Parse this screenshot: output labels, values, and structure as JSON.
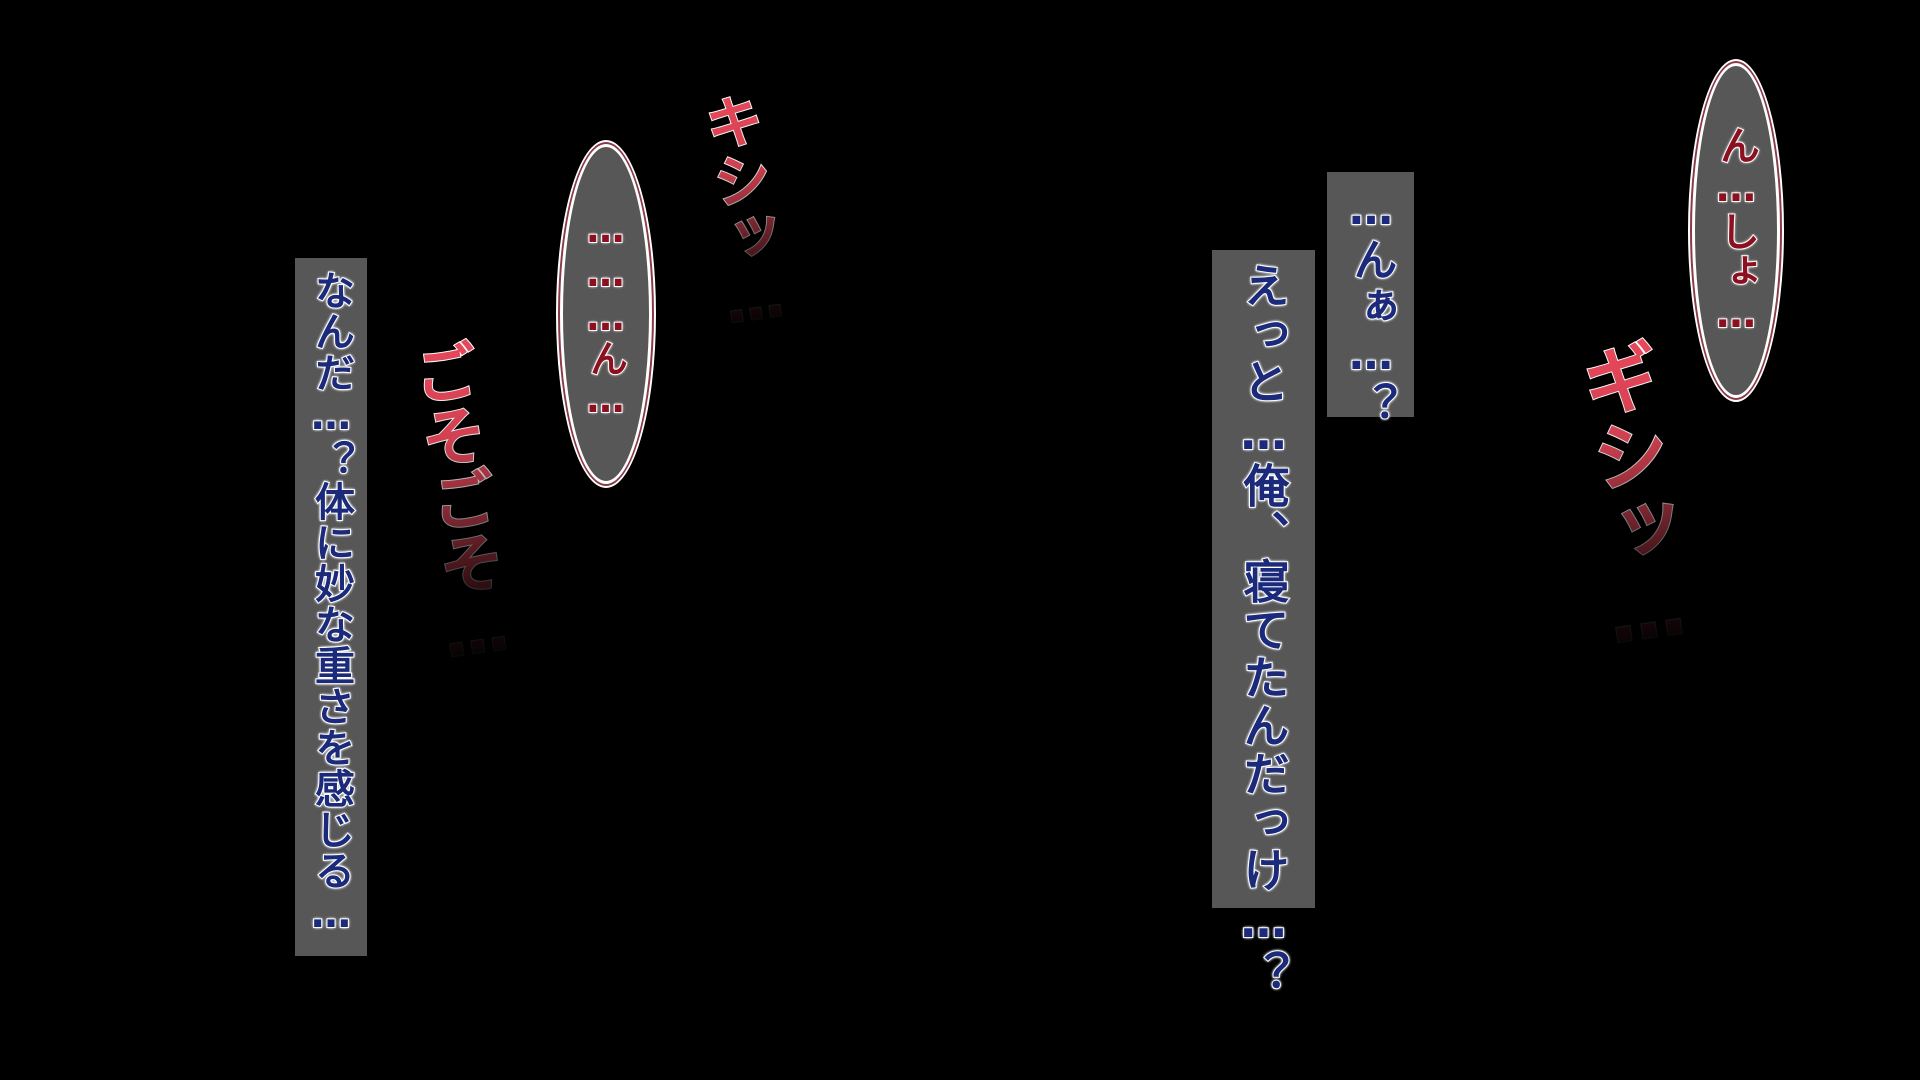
{
  "scene": {
    "background_color": "#000000"
  },
  "narration": {
    "left": "なんだ…？体に妙な重さを感じる…",
    "right_main": "えっと…俺、寝てたんだっけ…？",
    "right_small": "…んぁ…？"
  },
  "speech": {
    "left_bubble": "………ん…",
    "right_bubble": "ん…しょ…"
  },
  "sfx": {
    "kishi_left": "キシッ…",
    "gosogoso": "ごそごそ…",
    "gishi_right": "ギシッ…"
  },
  "colors": {
    "narration_box": "#575757",
    "narration_text": "#1b2a7a",
    "speech_text": "#8b1020",
    "sfx_text": "#e8485a"
  }
}
